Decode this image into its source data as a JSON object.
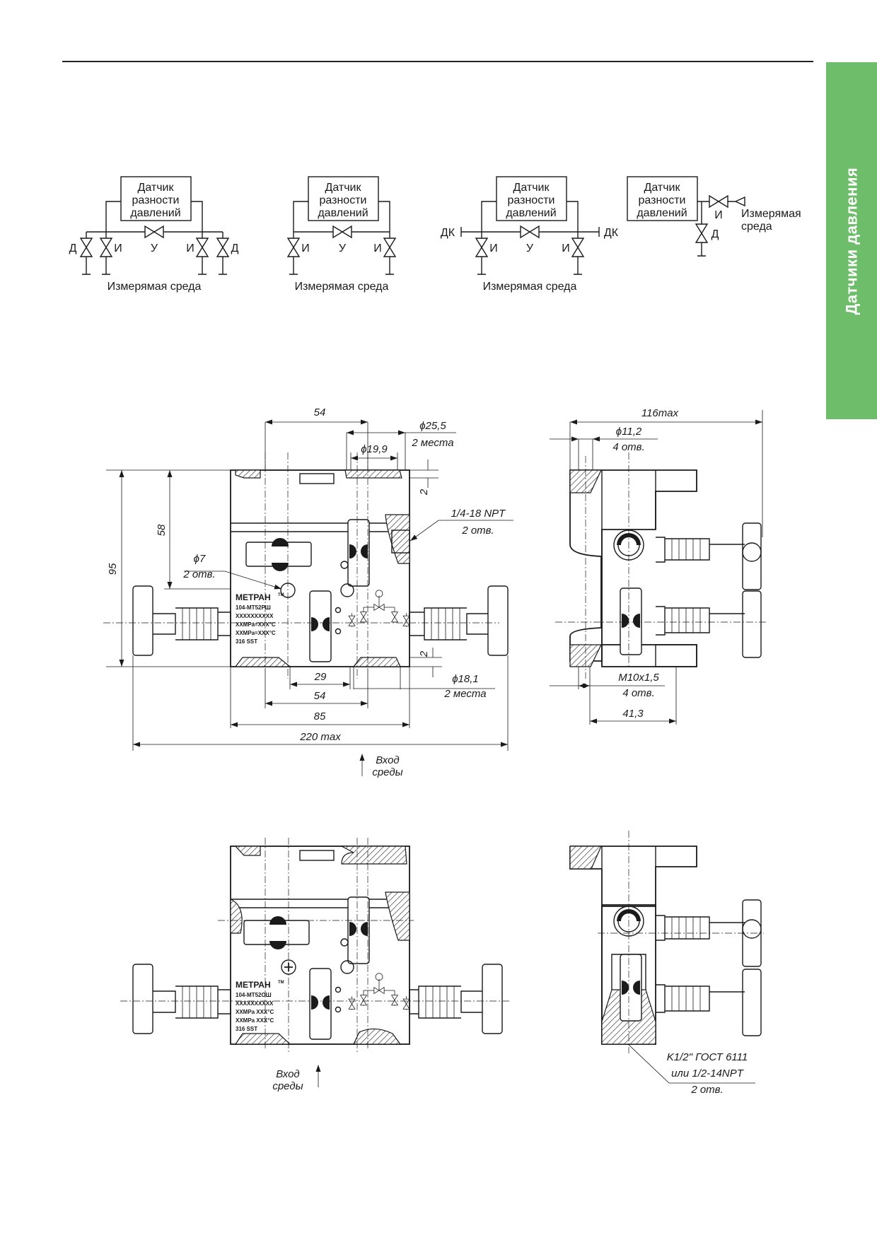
{
  "page": {
    "side_tab_label": "Датчики давления",
    "accent_color": "#6dbd6a"
  },
  "schemes": [
    {
      "sensor_label": [
        "Датчик",
        "разности",
        "давлений"
      ],
      "valve_labels": [
        "Д",
        "И",
        "У",
        "И",
        "Д"
      ],
      "medium_label": "Измерямая среда"
    },
    {
      "sensor_label": [
        "Датчик",
        "разности",
        "давлений"
      ],
      "valve_labels": [
        "И",
        "У",
        "И"
      ],
      "medium_label": "Измерямая среда"
    },
    {
      "sensor_label": [
        "Датчик",
        "разности",
        "давлений"
      ],
      "valve_labels": [
        "ДК",
        "И",
        "У",
        "И",
        "ДК"
      ],
      "medium_label": "Измерямая среда"
    },
    {
      "sensor_label": [
        "Датчик",
        "разности",
        "давлений"
      ],
      "valve_labels": [
        "И",
        "Д"
      ],
      "medium_label": [
        "Измерямая",
        "среда"
      ]
    }
  ],
  "drawing_top": {
    "front_dims": {
      "d54_top": "54",
      "d25_5": "ϕ25,5",
      "d25_5_note": "2 места",
      "d19_9": "ϕ19,9",
      "d2_top": "2",
      "npt": "1/4-18 NPT",
      "npt_note": "2 отв.",
      "d58": "58",
      "d95": "95",
      "d7": "ϕ7",
      "d7_note": "2 отв.",
      "d2_bottom": "2",
      "d29": "29",
      "d18_1": "ϕ18,1",
      "d18_1_note": "2 места",
      "d54_bottom": "54",
      "d85": "85",
      "d220": "220 max"
    },
    "inlet_label": [
      "Вход",
      "среды"
    ],
    "plate": {
      "brand": "МЕТРАН",
      "tm": "TM",
      "lines": [
        "104-МТ52РШ",
        "XXXXXXXXXX",
        "XXМРа=XXX°С",
        "XXМРа=XXX°С",
        "316  SST"
      ]
    },
    "side_dims": {
      "d116": "116max",
      "d11_2": "ϕ11,2",
      "d11_2_note": "4 отв.",
      "m10": "M10x1,5",
      "m10_note": "4 отв.",
      "d41_3": "41,3"
    }
  },
  "drawing_bottom": {
    "inlet_label": [
      "Вход",
      "среды"
    ],
    "plate": {
      "brand": "МЕТРАН",
      "tm": "TM",
      "lines": [
        "104-МТ52ОШ",
        "XXXXXXXXXX",
        "XXМРа  XXX°С",
        "XXМРа  XXX°С",
        "316  SST"
      ]
    },
    "thread_note": [
      "K1/2\" ГОСТ 6111",
      "или 1/2-14NPT",
      "2 отв."
    ]
  }
}
